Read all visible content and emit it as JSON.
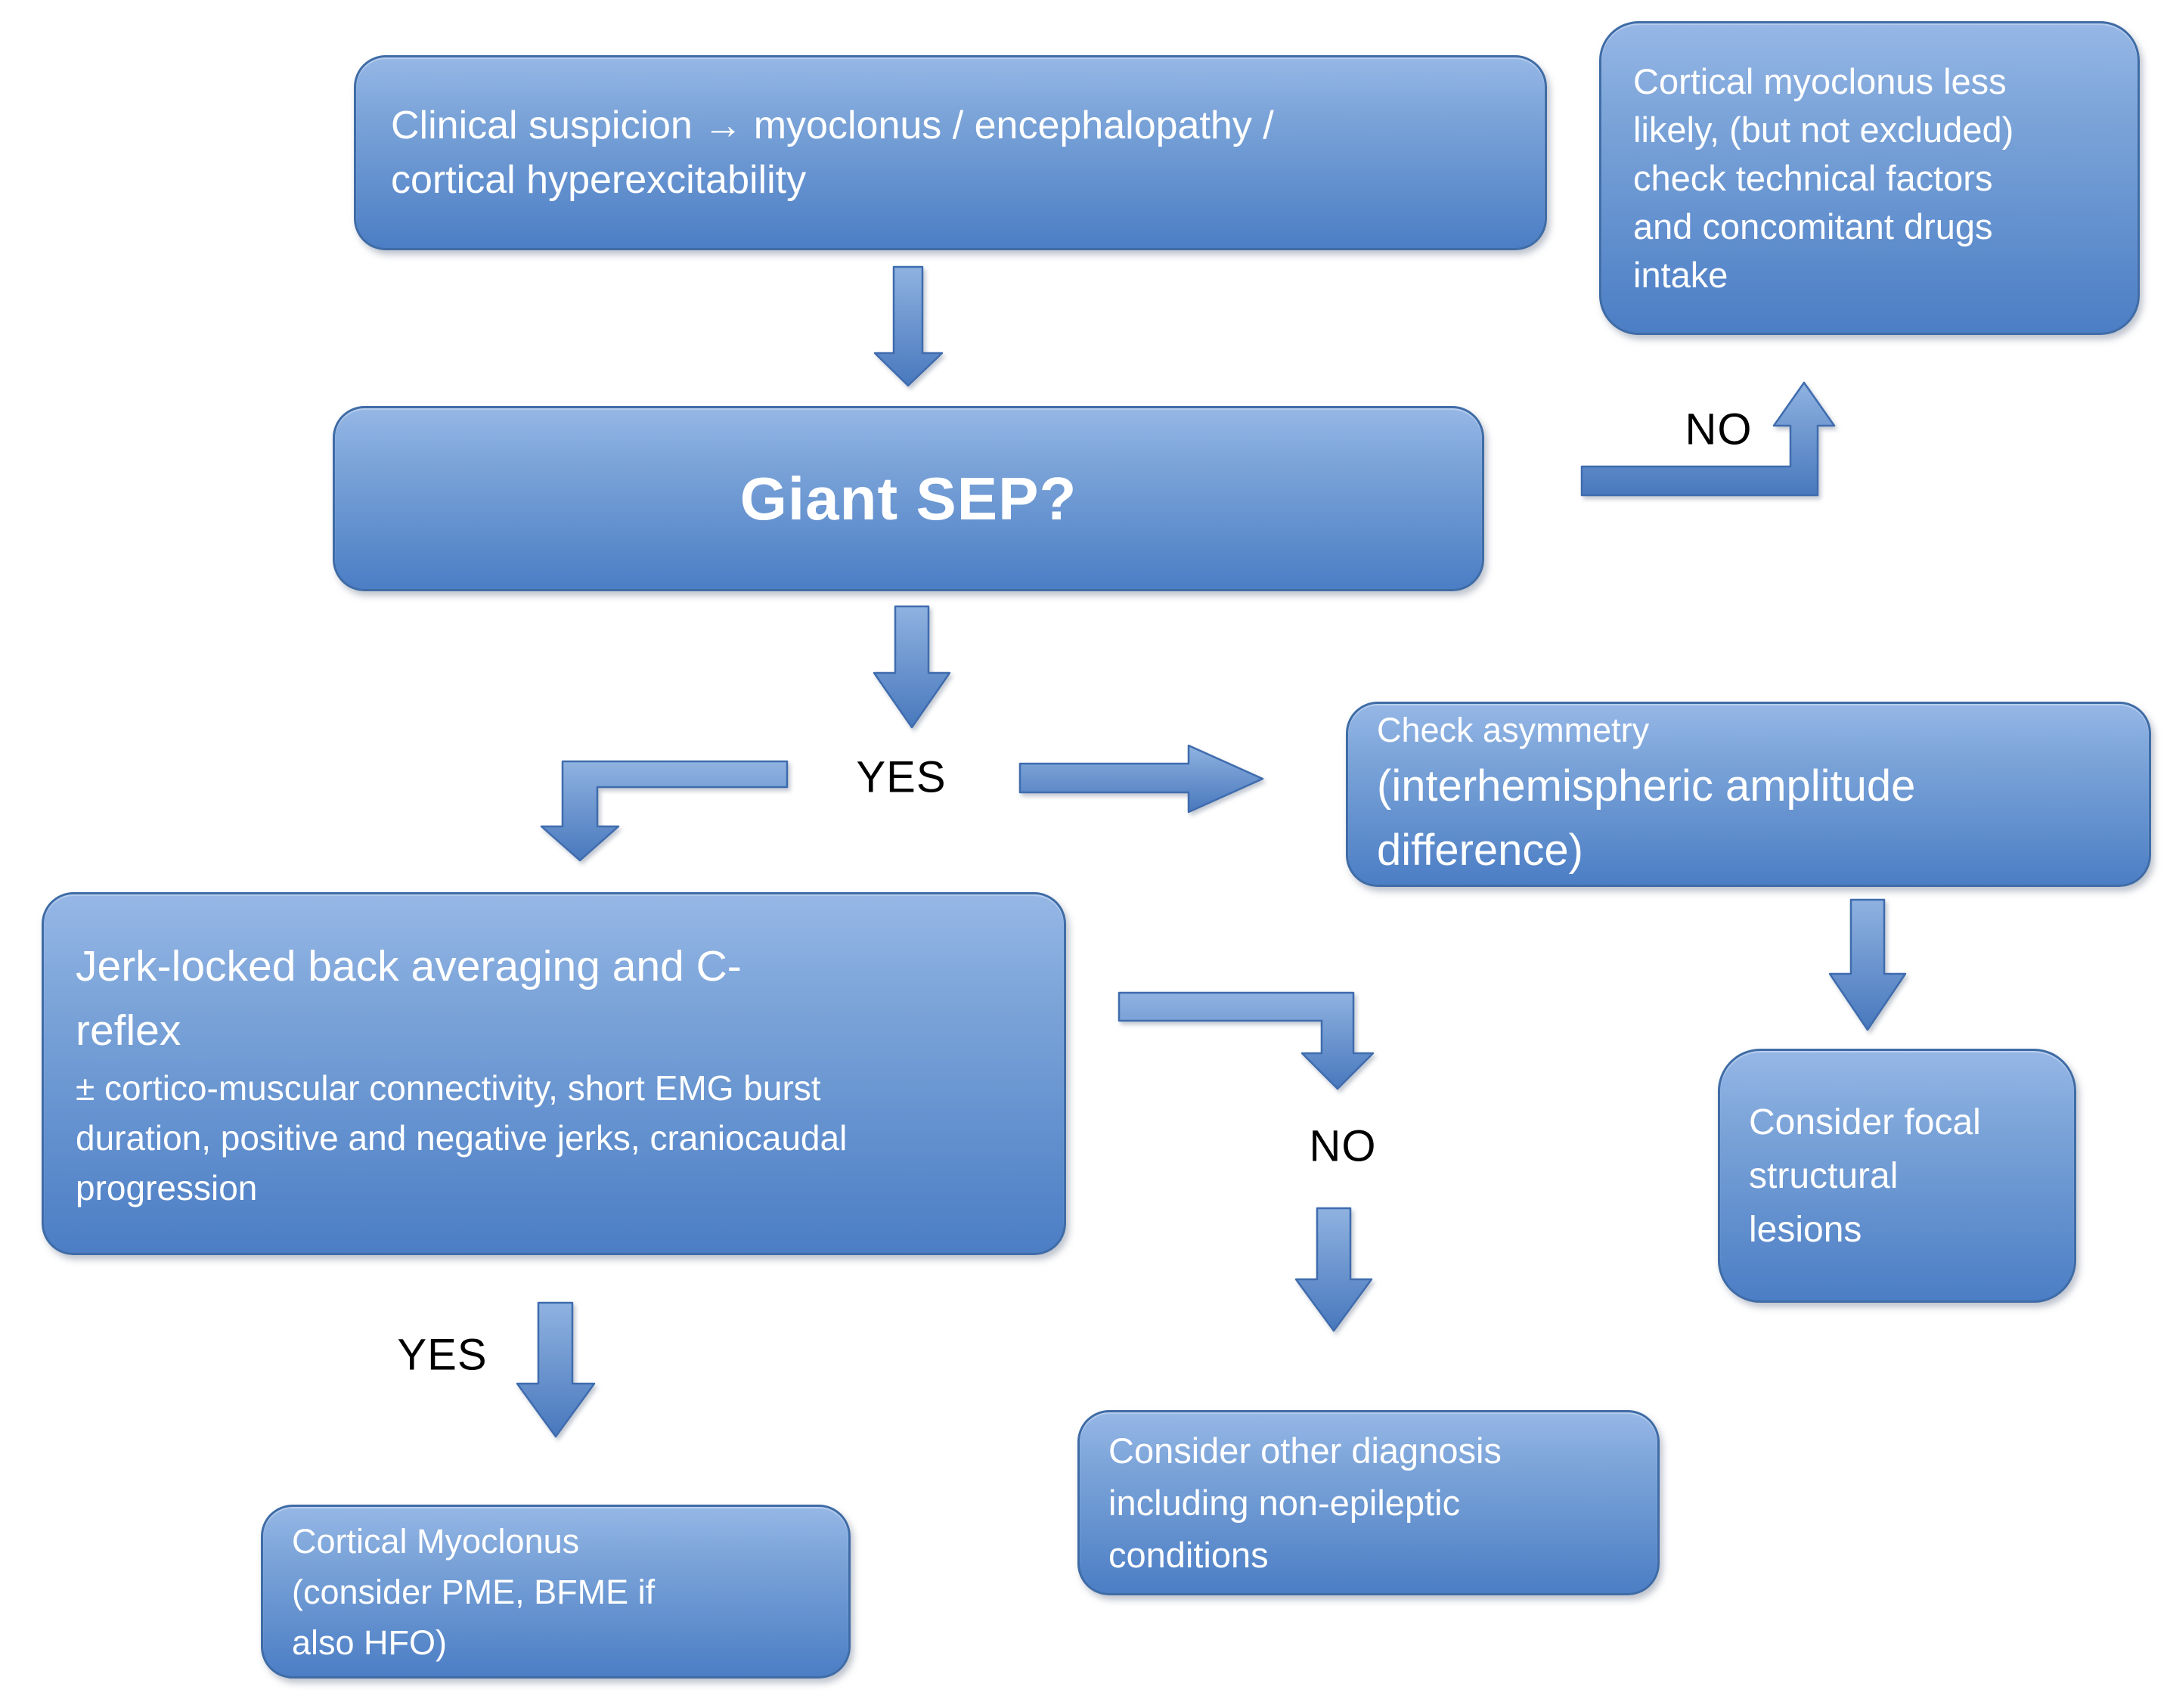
{
  "colors": {
    "box_top": "#96b7e6",
    "box_bottom": "#4c7ec5",
    "box_border": "#3f6ca6",
    "arrow_top": "#8fb2e0",
    "arrow_bottom": "#4878bd",
    "arrow_border": "#3f6cae",
    "text": "#ffffff",
    "label": "#000000",
    "background": "#ffffff"
  },
  "nodes": {
    "clinical_suspicion": {
      "lines": [
        "Clinical suspicion → myoclonus / encephalopathy /",
        "cortical hyperexcitability"
      ]
    },
    "cortical_less_likely": {
      "lines": [
        "Cortical myoclonus less",
        "likely, (but not excluded)",
        "check technical factors",
        "and concomitant drugs",
        "intake"
      ]
    },
    "giant_sep": {
      "title": "Giant SEP?"
    },
    "check_asymmetry": {
      "small_line": "Check asymmetry",
      "big_lines": [
        "(interhemispheric amplitude",
        "difference)"
      ]
    },
    "jerk_locked": {
      "title_lines": [
        "Jerk-locked back averaging and C-",
        "reflex"
      ],
      "body_lines": [
        "± cortico-muscular connectivity, short EMG burst",
        "duration, positive and negative jerks, craniocaudal",
        "progression"
      ]
    },
    "consider_focal": {
      "lines": [
        "Consider focal",
        "structural",
        "lesions"
      ]
    },
    "consider_other": {
      "lines": [
        "Consider other diagnosis",
        "including non-epileptic",
        "conditions"
      ]
    },
    "cortical_myoclonus": {
      "lines": [
        "Cortical Myoclonus",
        "(consider PME, BFME if",
        "also HFO)"
      ]
    }
  },
  "labels": {
    "no_top": "NO",
    "yes_main": "YES",
    "no_mid": "NO",
    "yes_left": "YES"
  }
}
